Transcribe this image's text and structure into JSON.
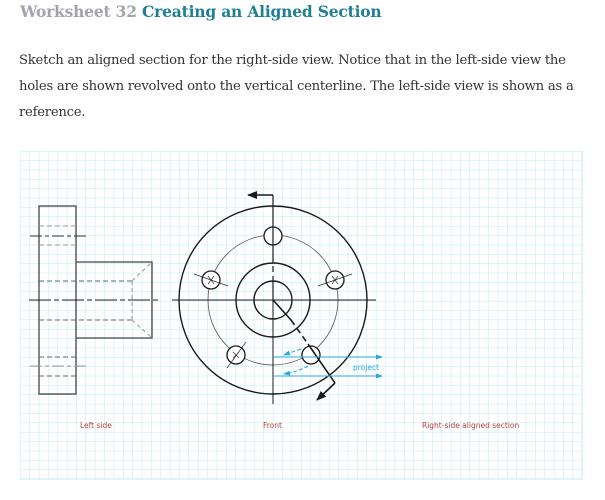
{
  "header": {
    "worksheet_number": "Worksheet 32",
    "title": "Creating an Aligned Section"
  },
  "instructions": "Sketch an aligned section for the right-side view. Notice that in the left-side view the holes are shown revolved onto the vertical centerline. The left-side view is shown as a reference.",
  "figure": {
    "grid": {
      "line_color": "#bfe7f3",
      "background": "#ffffff"
    },
    "labels": {
      "left_side": "Left side",
      "front": "Front",
      "right_side": "Right-side aligned section",
      "project": "project"
    },
    "colors": {
      "line": "#1a1a1a",
      "hidden": "#555555",
      "label": "#b5433a",
      "projection": "#29a8e0"
    }
  }
}
